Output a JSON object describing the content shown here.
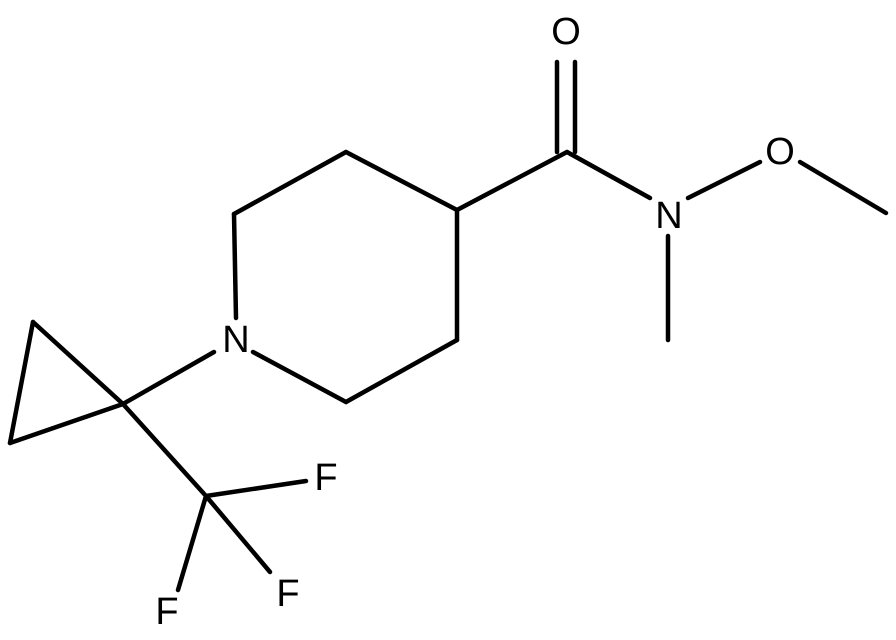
{
  "molecule": {
    "atom_labels": {
      "carbonyl_oxygen": "O",
      "amide_nitrogen": "N",
      "methoxy_oxygen": "O",
      "ring_nitrogen": "N",
      "fluorine_1": "F",
      "fluorine_2": "F",
      "fluorine_3": "F"
    },
    "colors": {
      "bond": "#000000",
      "label": "#000000",
      "background": "#ffffff"
    }
  }
}
